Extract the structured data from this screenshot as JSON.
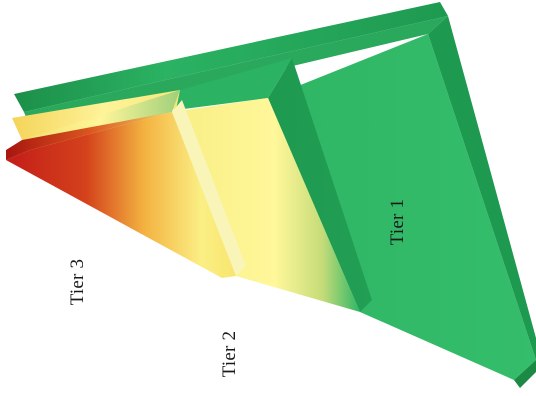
{
  "diagram": {
    "tiers": [
      {
        "id": "tier-1",
        "label": "Tier 1",
        "color": "#2fb665"
      },
      {
        "id": "tier-2",
        "label": "Tier 2",
        "color": "#f6f07a"
      },
      {
        "id": "tier-3",
        "label": "Tier 3",
        "color": "#c8211c"
      }
    ],
    "colors": {
      "green_light": "#36c06e",
      "green_mid": "#2aa85c",
      "green_dark": "#1c8f48",
      "yellow_light": "#fff79a",
      "yellow_mid": "#f3e46a",
      "orange": "#f08a2c",
      "red": "#c31c18",
      "red_dark": "#a8150f"
    }
  }
}
